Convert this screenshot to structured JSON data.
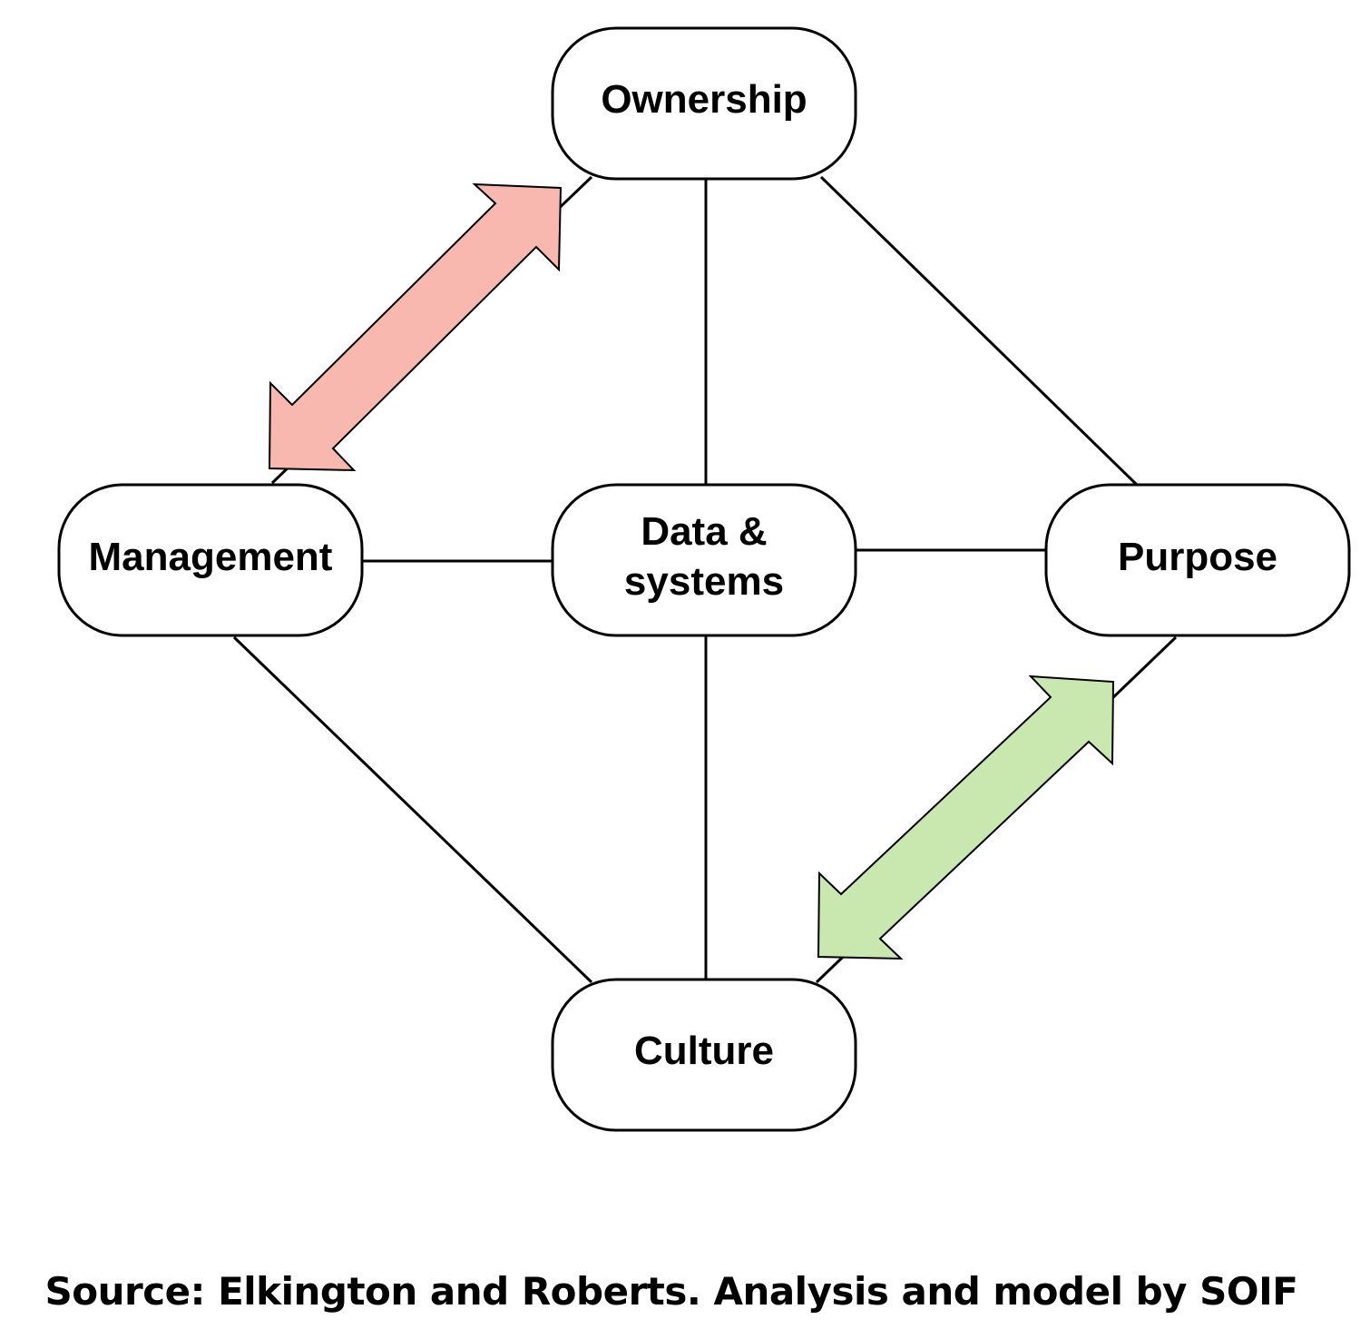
{
  "nodes": {
    "ownership": "Ownership",
    "management": "Management",
    "data_systems_line1": "Data &",
    "data_systems_line2": "systems",
    "purpose": "Purpose",
    "culture": "Culture"
  },
  "source": "Source: Elkington and Roberts. Analysis and model by SOIF",
  "colors": {
    "tension_arrow": "#f8b8b0",
    "alignment_arrow": "#c8e8b0",
    "stroke": "#000000",
    "node_fill": "#ffffff"
  }
}
